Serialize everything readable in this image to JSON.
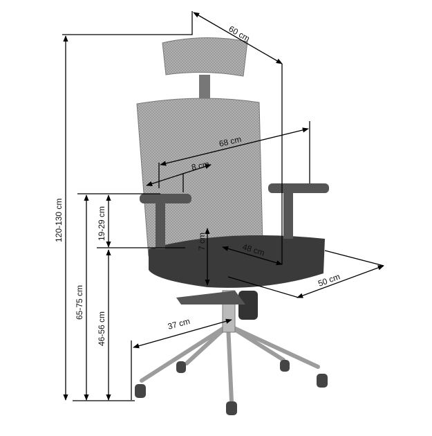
{
  "dimensions": {
    "depth_total": "60 cm",
    "width_total": "68 cm",
    "armrest_width": "8 cm",
    "height_total": "120-130 cm",
    "armrest_adjust": "19-29 cm",
    "seat_depth_adjust": "7 cm",
    "seat_width": "48 cm",
    "armrest_height": "65-75 cm",
    "seat_height": "46-56 cm",
    "seat_depth": "50 cm",
    "base_radius": "37 cm"
  },
  "colors": {
    "mesh": "#9a9a9a",
    "seat": "#3a3a3a",
    "base": "#c8c8c8",
    "lines": "#000000"
  }
}
